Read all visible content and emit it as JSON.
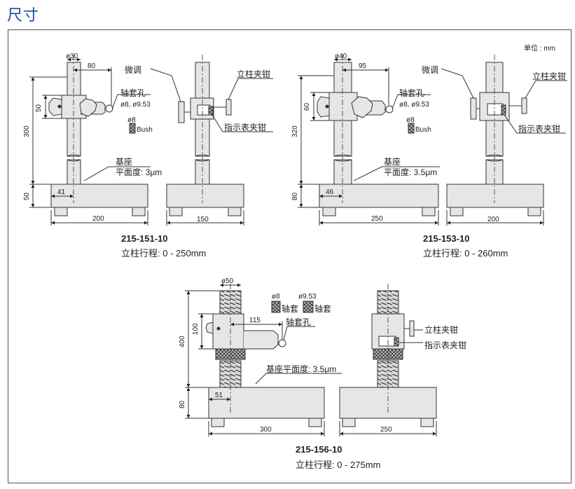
{
  "page": {
    "title": "尺寸",
    "unit": "单位 : mm"
  },
  "models": [
    {
      "model": "215-151-10",
      "travel": "立柱行程: 0 - 250mm",
      "dims": {
        "col_dia": "ø30",
        "arm": "80",
        "arm_h": "50",
        "height": "300",
        "base_h": "50",
        "offset": "41",
        "base_w": "200",
        "side_w": "150"
      },
      "labels": {
        "fine": "微调",
        "bush_hole": "轴套孔",
        "bush_hole_dia": "ø8, ø9.53",
        "bush_dia": "ø8",
        "bush": "Bush",
        "clamp": "立柱夹钳",
        "ind_clamp": "指示表夹钳",
        "base": "基座",
        "flatness": "平面度: 3μm"
      }
    },
    {
      "model": "215-153-10",
      "travel": "立柱行程: 0 - 260mm",
      "dims": {
        "col_dia": "ø40",
        "arm": "95",
        "arm_h": "60",
        "height": "320",
        "base_h": "80",
        "offset": "46",
        "base_w": "250",
        "side_w": "200"
      },
      "labels": {
        "fine": "微调",
        "bush_hole": "轴套孔",
        "bush_hole_dia": "ø8, ø9.53",
        "bush_dia": "ø8",
        "bush": "Bush",
        "clamp": "立柱夹钳",
        "ind_clamp": "指示表夹钳",
        "base": "基座",
        "flatness": "平面度: 3.5μm"
      }
    },
    {
      "model": "215-156-10",
      "travel": "立柱行程: 0 - 275mm",
      "dims": {
        "col_dia": "ø50",
        "arm": "115",
        "arm_h": "100",
        "height": "400",
        "base_h": "80",
        "offset": "51",
        "base_w": "300",
        "side_w": "250"
      },
      "labels": {
        "bush_a_dia": "ø8",
        "bush_b_dia": "ø9.53",
        "bush_a": "轴套",
        "bush_b": "轴套",
        "bush_hole": "轴套孔",
        "base_flatness": "基座平面度: 3.5μm",
        "clamp": "立柱夹钳",
        "ind_clamp": "指示表夹钳"
      }
    }
  ]
}
